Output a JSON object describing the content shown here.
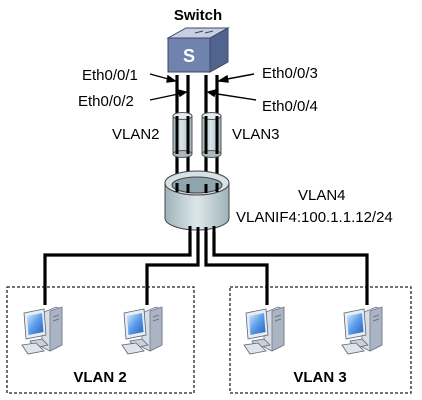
{
  "title": "Switch",
  "ports": {
    "p1": "Eth0/0/1",
    "p2": "Eth0/0/2",
    "p3": "Eth0/0/3",
    "p4": "Eth0/0/4"
  },
  "trunks": {
    "left": "VLAN2",
    "right": "VLAN3"
  },
  "bundle": {
    "vlan": "VLAN4",
    "vlanif": "VLANIF4:100.1.1.12/24"
  },
  "groups": {
    "left": "VLAN 2",
    "right": "VLAN 3"
  },
  "icons": {
    "switch": "switch-icon",
    "pc": "pc-icon"
  },
  "colors": {
    "switch_top": "#c5cde0",
    "switch_front": "#7b8db4",
    "switch_side": "#5a6b95",
    "tube": "#c9d6da",
    "tube_dark": "#a8b9bf",
    "ring": "#c4d2d7",
    "pc_screen": "#3b7bd4"
  }
}
